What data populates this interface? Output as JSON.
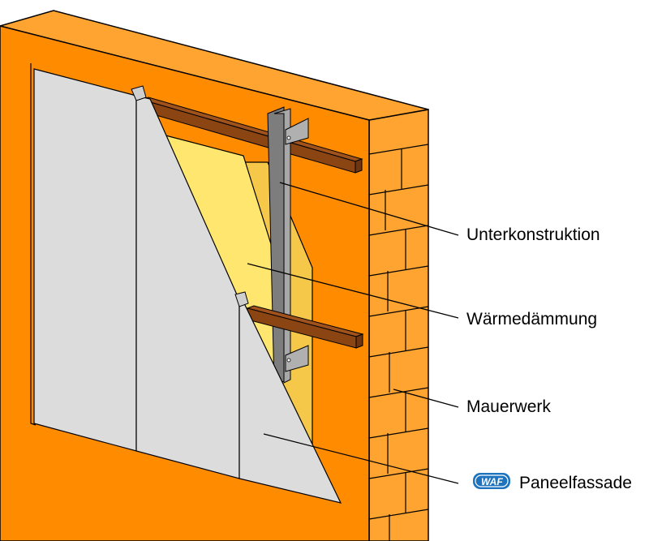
{
  "labels": {
    "substructure": "Unterkonstruktion",
    "insulation": "Wärmedämmung",
    "masonry": "Mauerwerk",
    "panel_facade": "Paneelfassade"
  },
  "logo": {
    "text": "WAF",
    "color": "#1e73be"
  },
  "colors": {
    "masonry": "#ff8c00",
    "masonry_side": "#ffa430",
    "insulation": "#ffe66e",
    "insulation_side": "#f5c84a",
    "panel": "#dcdcdc",
    "rail": "#9a9a9a",
    "batten": "#8b4513",
    "batten_top": "#a0521d"
  }
}
